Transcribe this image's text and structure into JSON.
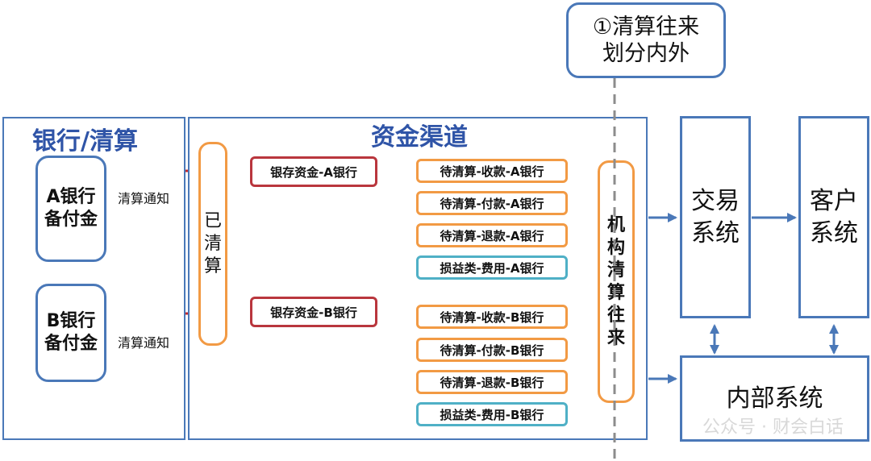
{
  "callout": {
    "line1": "①清算往来",
    "line2": "划分内外"
  },
  "bank_panel": {
    "title": "银行/清算",
    "bank_a": [
      "A银行",
      "备付金"
    ],
    "bank_b": [
      "B银行",
      "备付金"
    ],
    "notice_a": "清算通知",
    "notice_b": "清算通知"
  },
  "channel_panel": {
    "title": "资金渠道",
    "cleared": [
      "已",
      "清",
      "算"
    ],
    "deposit_a": "银存资金-A银行",
    "deposit_b": "银存资金-B银行",
    "sub_a": [
      "待清算-收款-A银行",
      "待清算-付款-A银行",
      "待清算-退款-A银行",
      "损益类-费用-A银行"
    ],
    "sub_b": [
      "待清算-收款-B银行",
      "待清算-付款-B银行",
      "待清算-退款-B银行",
      "损益类-费用-B银行"
    ],
    "institution": [
      "机",
      "构",
      "清",
      "算",
      "往",
      "来"
    ]
  },
  "systems": {
    "trade": [
      "交易",
      "系统"
    ],
    "customer": [
      "客户",
      "系统"
    ],
    "internal": "内部系统"
  },
  "watermark": "公众号 · 财会白话",
  "colors": {
    "panel_border": "#4a78b8",
    "title_blue": "#2f54a7",
    "red": "#b9363d",
    "orange": "#f29a44",
    "teal": "#4fb0c6"
  }
}
